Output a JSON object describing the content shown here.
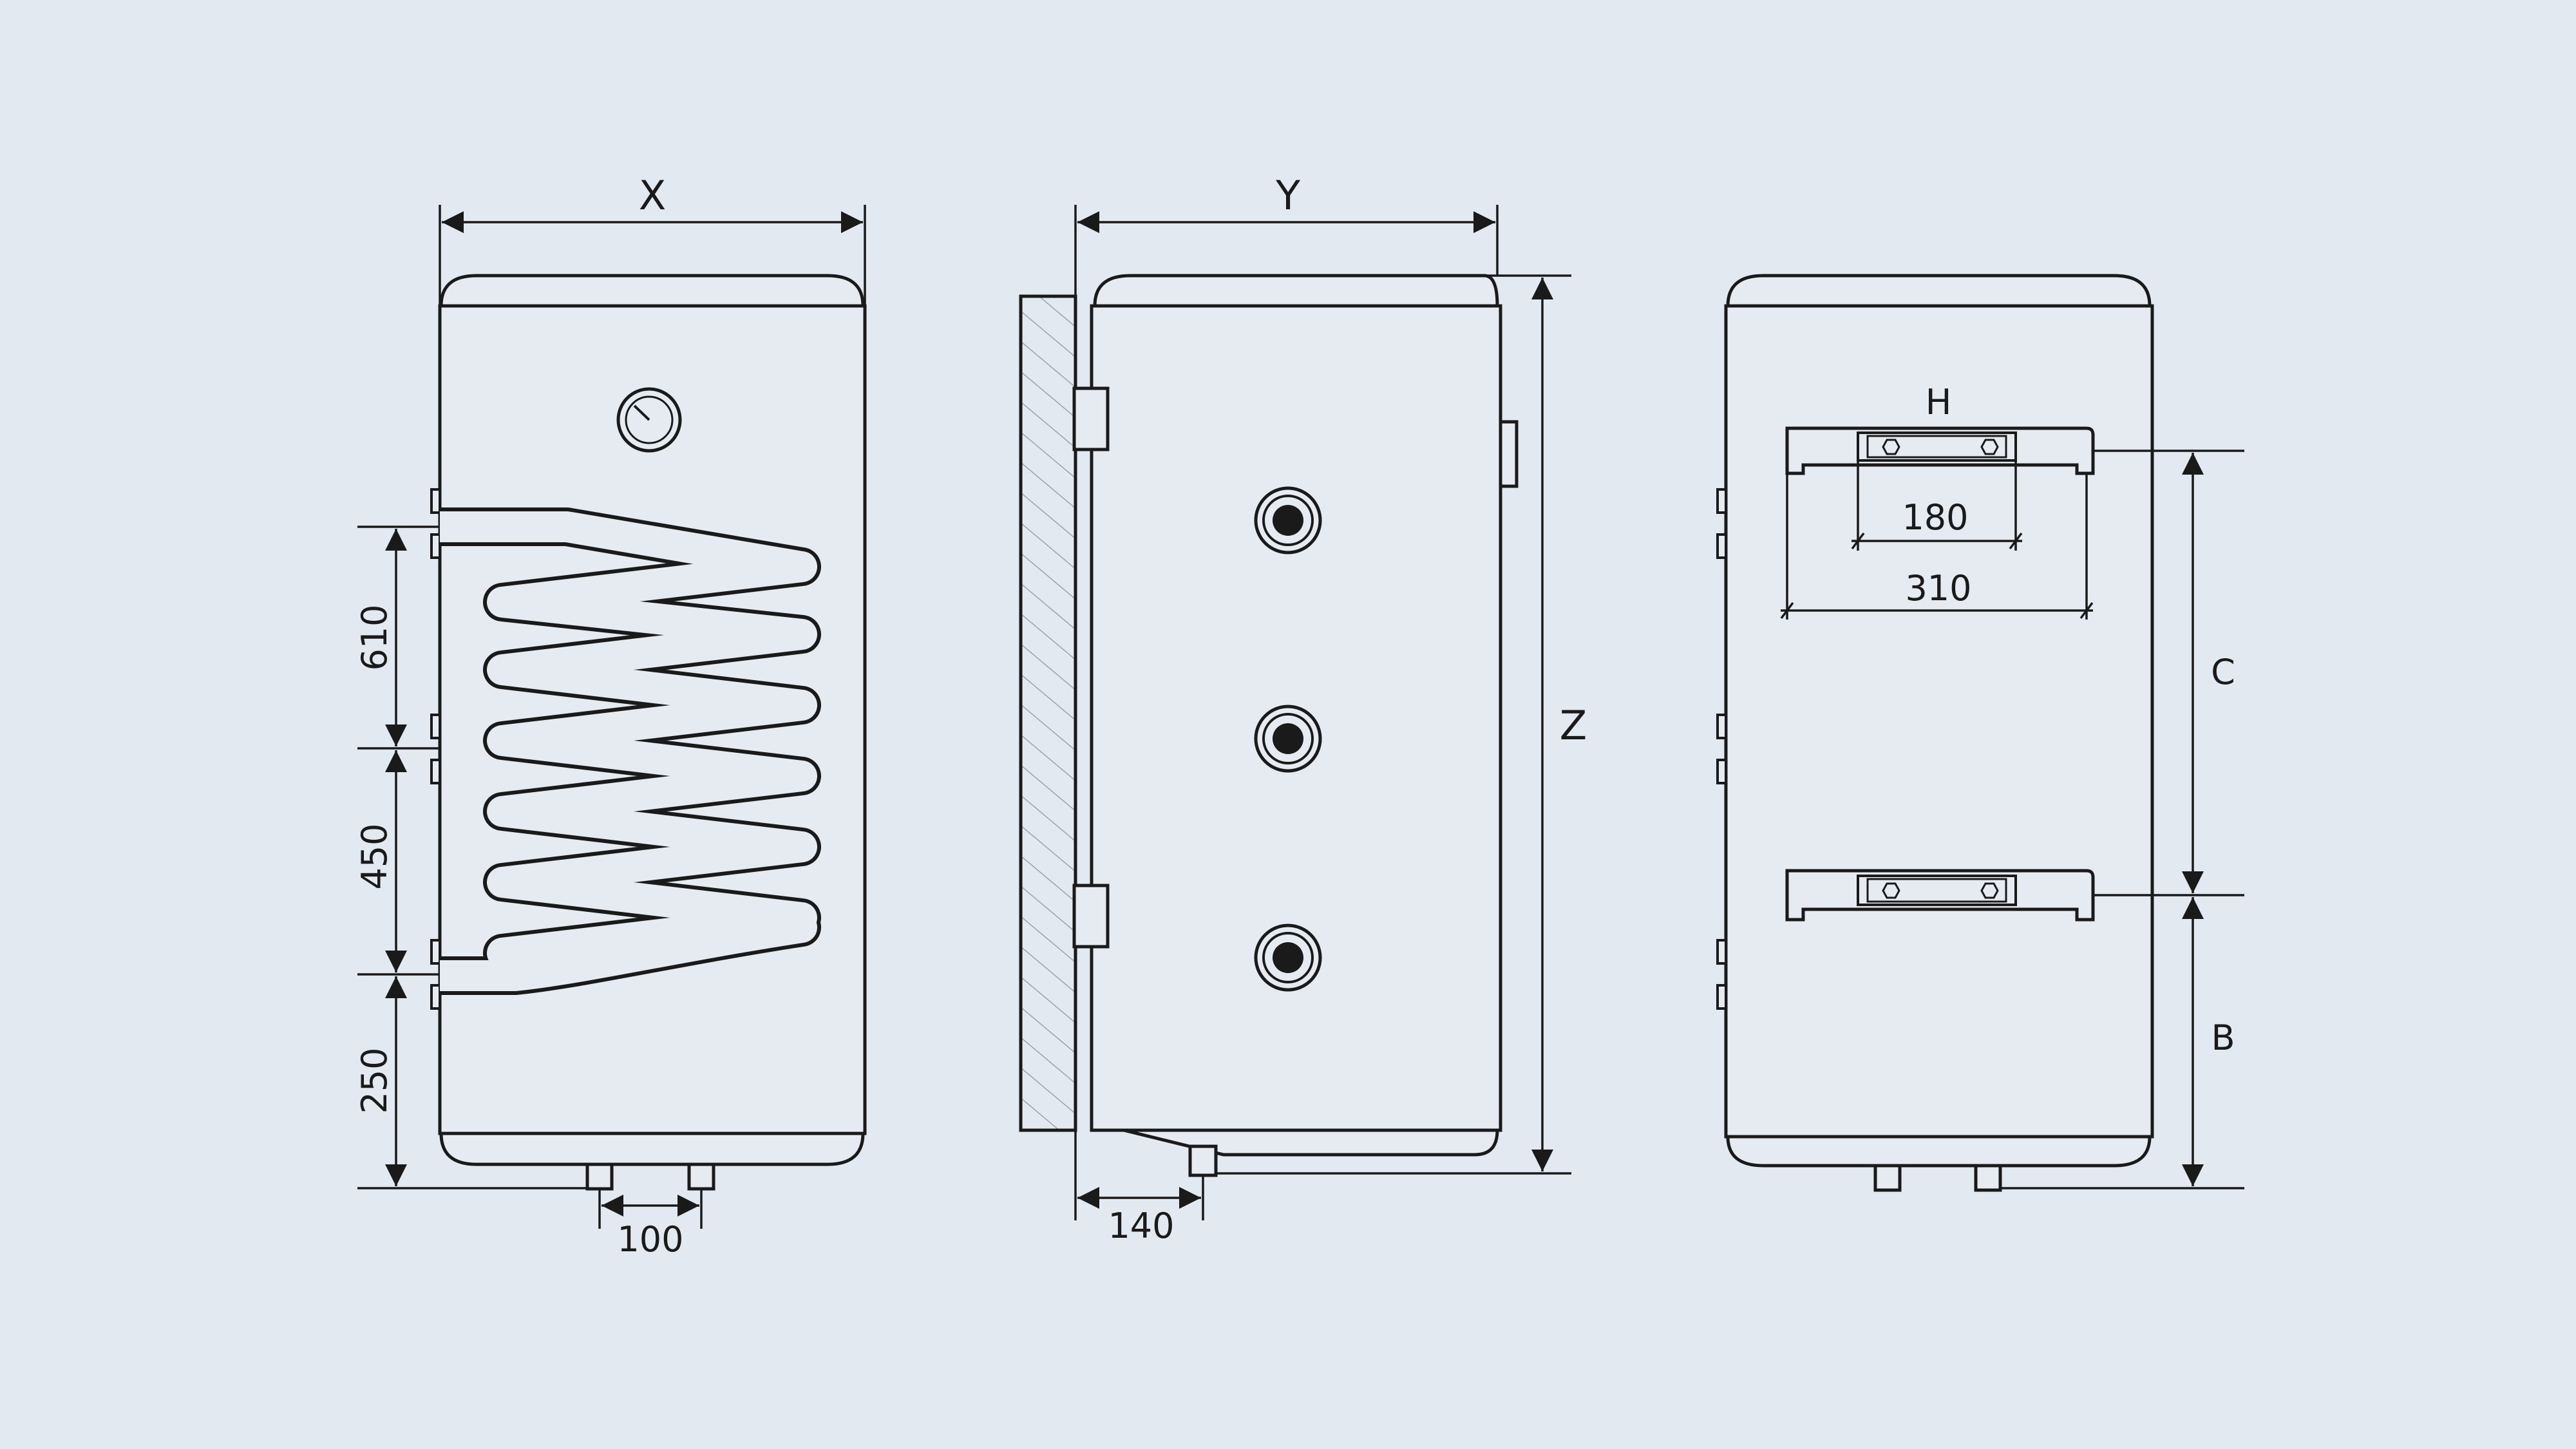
{
  "diagram": {
    "front_view": {
      "width_label": "X",
      "coil_spacing_upper": "610",
      "coil_spacing_lower": "450",
      "bottom_offset": "250",
      "pipe_spacing": "100"
    },
    "side_view": {
      "depth_label": "Y",
      "height_label": "Z",
      "outlet_offset": "140"
    },
    "back_view": {
      "bracket_label": "H",
      "bracket_inner": "180",
      "bracket_outer": "310",
      "bracket_spacing_label": "C",
      "bottom_bracket_label": "B"
    }
  },
  "colors": {
    "background": "#e2e9f0",
    "tank_fill": "#e5ebf1",
    "line": "#1a1a1a"
  }
}
